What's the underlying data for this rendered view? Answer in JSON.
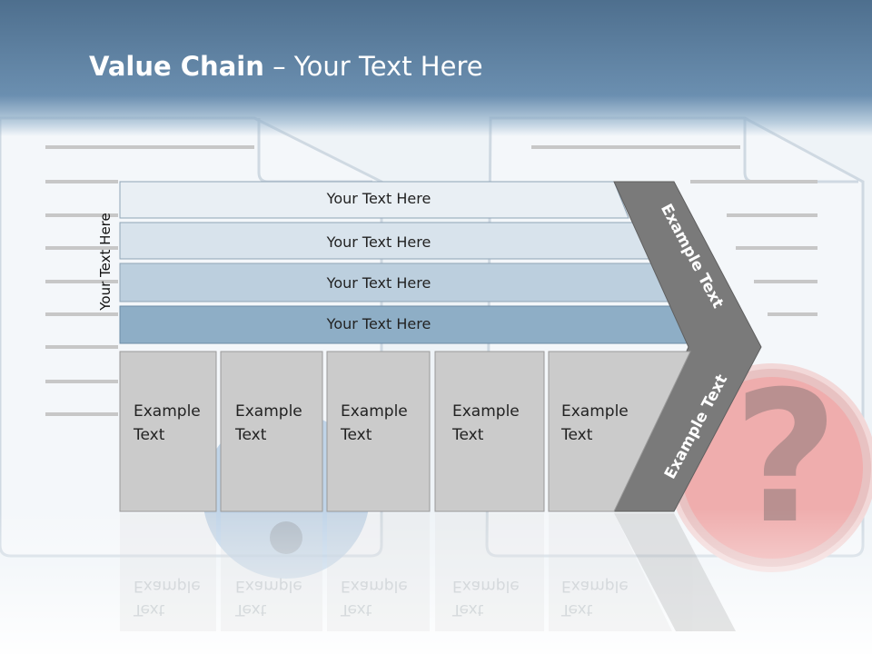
{
  "slide": {
    "title_bold": "Value Chain",
    "title_rest": " – Your Text Here",
    "side_label": "Your Text Here"
  },
  "rows": [
    {
      "label": "Your Text Here"
    },
    {
      "label": "Your Text Here"
    },
    {
      "label": "Your Text Here"
    },
    {
      "label": "Your Text Here"
    }
  ],
  "boxes": [
    {
      "line1": "Example",
      "line2": "Text"
    },
    {
      "line1": "Example",
      "line2": "Text"
    },
    {
      "line1": "Example",
      "line2": "Text"
    },
    {
      "line1": "Example",
      "line2": "Text"
    },
    {
      "line1": "Example",
      "line2": "Text"
    }
  ],
  "chevron": {
    "upper_label": "Example Text",
    "lower_label": "Example Text"
  },
  "colors": {
    "header": "#5f82a3",
    "row_fills": [
      "#e9eff4",
      "#d8e3ec",
      "#bccfde",
      "#8eaec6"
    ],
    "box_fill": "#cbcbcb",
    "chevron_fill": "#7a7a7a"
  }
}
